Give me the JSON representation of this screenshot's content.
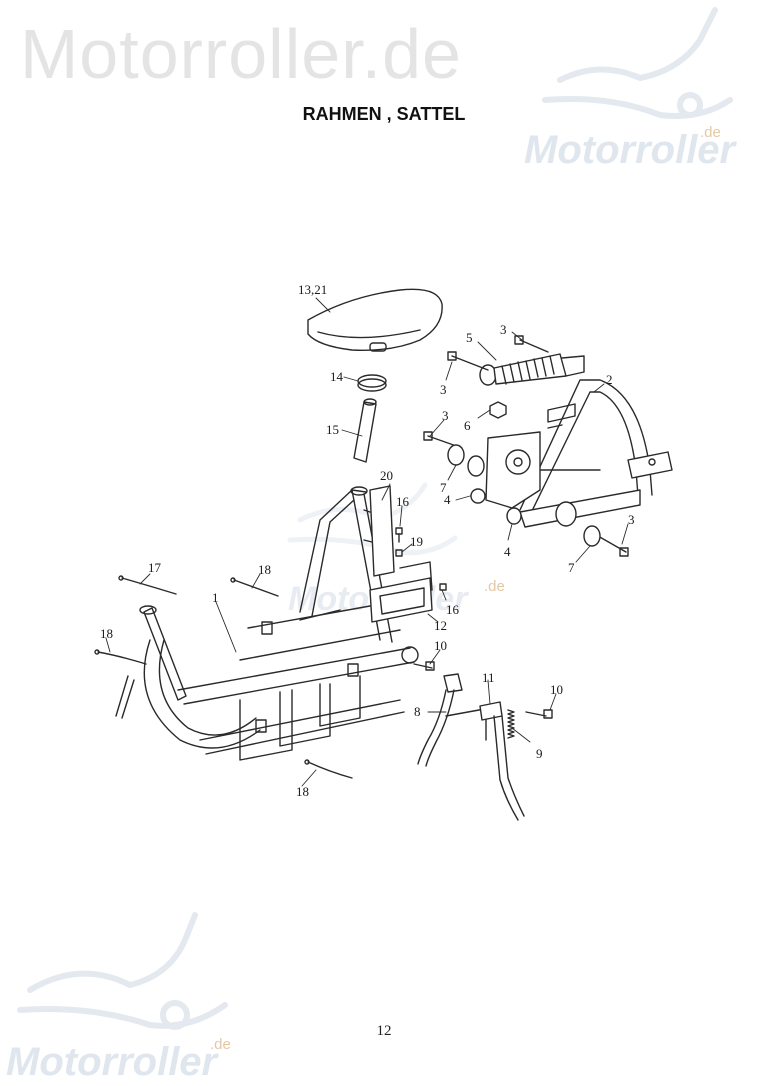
{
  "watermark": {
    "site_text": "Motorroller.de",
    "brand_text": "Motorroller",
    "brand_suffix": ".de"
  },
  "page": {
    "title": "RAHMEN , SATTEL",
    "page_number": "12"
  },
  "diagram": {
    "callouts": [
      {
        "id": "c-13-21",
        "label": "13,21"
      },
      {
        "id": "c-14",
        "label": "14"
      },
      {
        "id": "c-15",
        "label": "15"
      },
      {
        "id": "c-5",
        "label": "5"
      },
      {
        "id": "c-3a",
        "label": "3"
      },
      {
        "id": "c-3b",
        "label": "3"
      },
      {
        "id": "c-3c",
        "label": "3"
      },
      {
        "id": "c-3d",
        "label": "3"
      },
      {
        "id": "c-2",
        "label": "2"
      },
      {
        "id": "c-6",
        "label": "6"
      },
      {
        "id": "c-7a",
        "label": "7"
      },
      {
        "id": "c-7b",
        "label": "7"
      },
      {
        "id": "c-4a",
        "label": "4"
      },
      {
        "id": "c-4b",
        "label": "4"
      },
      {
        "id": "c-20",
        "label": "20"
      },
      {
        "id": "c-16a",
        "label": "16"
      },
      {
        "id": "c-16b",
        "label": "16"
      },
      {
        "id": "c-19",
        "label": "19"
      },
      {
        "id": "c-17",
        "label": "17"
      },
      {
        "id": "c-18a",
        "label": "18"
      },
      {
        "id": "c-18b",
        "label": "18"
      },
      {
        "id": "c-18c",
        "label": "18"
      },
      {
        "id": "c-1",
        "label": "1"
      },
      {
        "id": "c-12",
        "label": "12"
      },
      {
        "id": "c-10a",
        "label": "10"
      },
      {
        "id": "c-10b",
        "label": "10"
      },
      {
        "id": "c-11",
        "label": "11"
      },
      {
        "id": "c-8",
        "label": "8"
      },
      {
        "id": "c-9",
        "label": "9"
      }
    ]
  },
  "colors": {
    "line": "#2a2a2a",
    "watermark": "#e4e4e4"
  }
}
